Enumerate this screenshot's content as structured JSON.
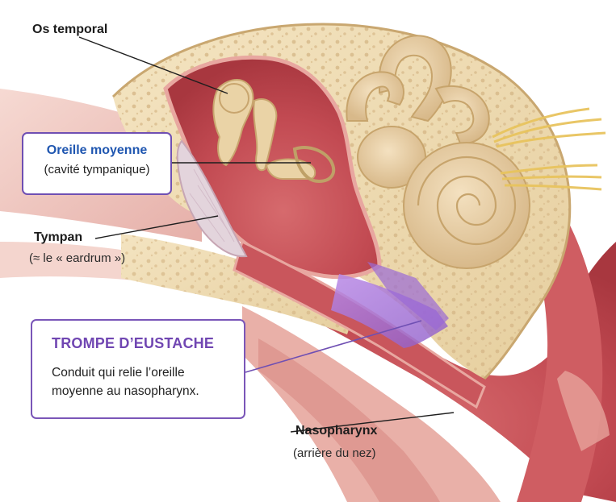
{
  "labels": {
    "os_temporal": "Os temporal",
    "oreille_moyenne": "Oreille moyenne",
    "cavite": "(cavité tympanique)",
    "tympan": "Tympan",
    "eardrum": "(≈ le « eardrum »)",
    "trompe": "TROMPE D’EUSTACHE",
    "trompe_desc": "Conduit qui relie l’oreille moyenne au nasopharynx.",
    "nasopharynx": "Nasopharynx",
    "arriere_nez": "(arrière du nez)"
  },
  "colors": {
    "bone": "#efdcb4",
    "bone_dark": "#d9bd8a",
    "tissue": "#c7525a",
    "tissue_dark": "#9e3138",
    "pink_skin": "#eab0a6",
    "ossicle": "#e8cfa4",
    "nerve": "#e9c766",
    "eustachian_highlight": "#a878d8",
    "box_border": "#7a56b8",
    "title_blue": "#1f56b0",
    "title_purple": "#7046b2"
  },
  "icons": [
    "ear-anatomy-illustration"
  ]
}
